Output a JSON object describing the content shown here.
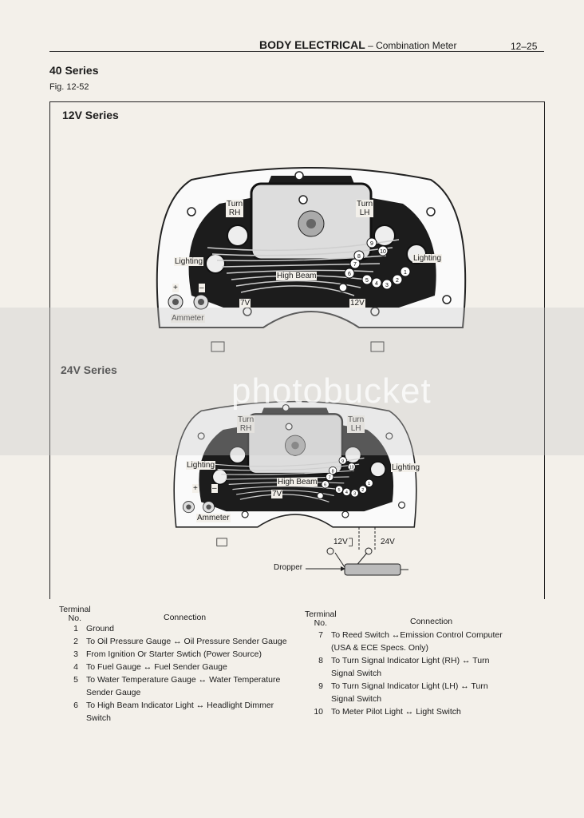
{
  "header": {
    "section": "BODY ELECTRICAL",
    "dash": " – ",
    "subsection": "Combination Meter",
    "page_number": "12–25"
  },
  "series_title": "40 Series",
  "figure_label": "Fig. 12-52",
  "diagram_12v": {
    "title": "12V Series",
    "labels": {
      "turn_rh": "Turn\nRH",
      "turn_lh": "Turn\nLH",
      "lighting_left": "Lighting",
      "lighting_right": "Lighting",
      "high_beam": "High Beam",
      "v7": "7V",
      "v12": "12V",
      "plus": "+",
      "minus": "–",
      "ammeter": "Ammeter"
    }
  },
  "diagram_24v": {
    "title": "24V Series",
    "labels": {
      "turn_rh": "Turn\nRH",
      "turn_lh": "Turn\nLH",
      "lighting_left": "Lighting",
      "lighting_right": "Lighting",
      "high_beam": "High Beam",
      "v7": "7V",
      "plus": "+",
      "minus": "–",
      "ammeter": "Ammeter",
      "v12": "12V",
      "v24": "24V",
      "dropper": "Dropper"
    }
  },
  "terminals": [
    "1",
    "2",
    "3",
    "4",
    "5",
    "6",
    "7",
    "8",
    "9",
    "10"
  ],
  "watermark": "photobucket",
  "table": {
    "header_terminal": "Terminal",
    "header_no": "No.",
    "header_connection": "Connection",
    "left": [
      {
        "no": "1",
        "lines": [
          "Ground"
        ]
      },
      {
        "no": "2",
        "lines": [
          "To Oil Pressure Gauge ↔ Oil Pressure Sender Gauge"
        ]
      },
      {
        "no": "3",
        "lines": [
          "From Ignition Or Starter Swtich (Power Source)"
        ]
      },
      {
        "no": "4",
        "lines": [
          "To Fuel Gauge ↔ Fuel Sender Gauge"
        ]
      },
      {
        "no": "5",
        "lines": [
          "To Water Temperature Gauge ↔ Water Temperature",
          "Sender Gauge"
        ]
      },
      {
        "no": "6",
        "lines": [
          "To High Beam Indicator Light ↔ Headlight Dimmer",
          "Switch"
        ]
      }
    ],
    "right": [
      {
        "no": "7",
        "lines": [
          "To Reed Switch ↔Emission Control Computer",
          "(USA & ECE Specs. Only)"
        ]
      },
      {
        "no": "8",
        "lines": [
          "To Turn Signal Indicator Light (RH) ↔ Turn",
          "Signal Switch"
        ]
      },
      {
        "no": "9",
        "lines": [
          "To Turn Signal Indicator Light (LH) ↔ Turn",
          "Signal Switch"
        ]
      },
      {
        "no": "10",
        "lines": [
          "To Meter Pilot Light ↔ Light Switch"
        ]
      }
    ]
  }
}
